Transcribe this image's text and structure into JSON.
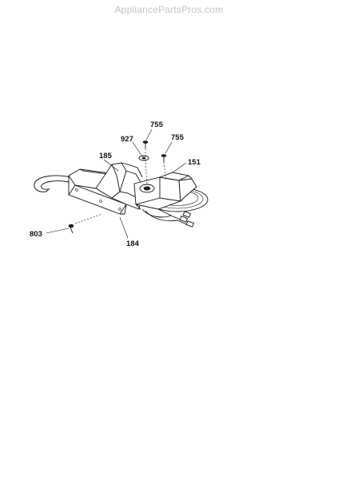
{
  "watermark": "AppliancePartsPros.com",
  "callouts": {
    "c755a": "755",
    "c927": "927",
    "c755b": "755",
    "c185": "185",
    "c151": "151",
    "c803": "803",
    "c184": "184"
  }
}
